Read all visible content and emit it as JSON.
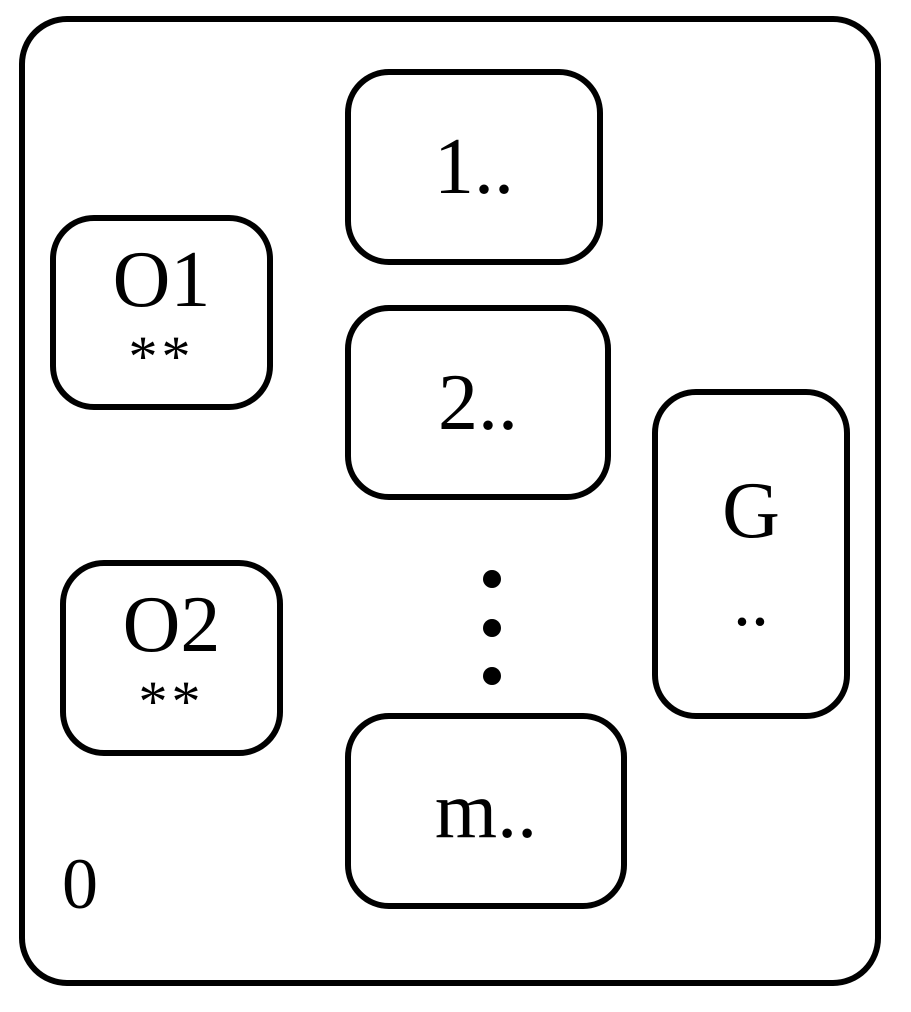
{
  "diagram": {
    "container_label": "0",
    "nodes": {
      "o1": {
        "title": "O1",
        "sub": "**"
      },
      "o2": {
        "title": "O2",
        "sub": "**"
      },
      "n1": {
        "label": "1.."
      },
      "n2": {
        "label": "2.."
      },
      "nm": {
        "label": "m.."
      },
      "g": {
        "title": "G",
        "sub": ".."
      }
    },
    "ellipsis_dots": 3
  }
}
